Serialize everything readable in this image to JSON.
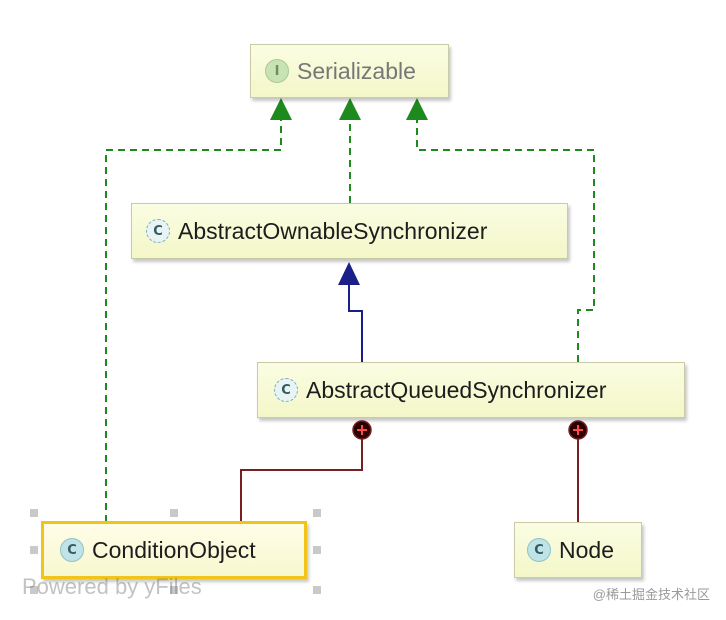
{
  "nodes": {
    "serializable": {
      "label": "Serializable",
      "icon": "I"
    },
    "abstract_ownable": {
      "label": "AbstractOwnableSynchronizer",
      "icon": "C"
    },
    "abstract_queued": {
      "label": "AbstractQueuedSynchronizer",
      "icon": "C"
    },
    "condition_object": {
      "label": "ConditionObject",
      "icon": "C"
    },
    "node": {
      "label": "Node",
      "icon": "C"
    }
  },
  "watermark": "Powered by yFiles",
  "credit": "@稀土掘金技术社区",
  "colors": {
    "implements_edge": "#1e8a1e",
    "extends_edge": "#1a1f8a",
    "inner_class_edge": "#7a1f1f",
    "selection_border": "#f0c419"
  }
}
